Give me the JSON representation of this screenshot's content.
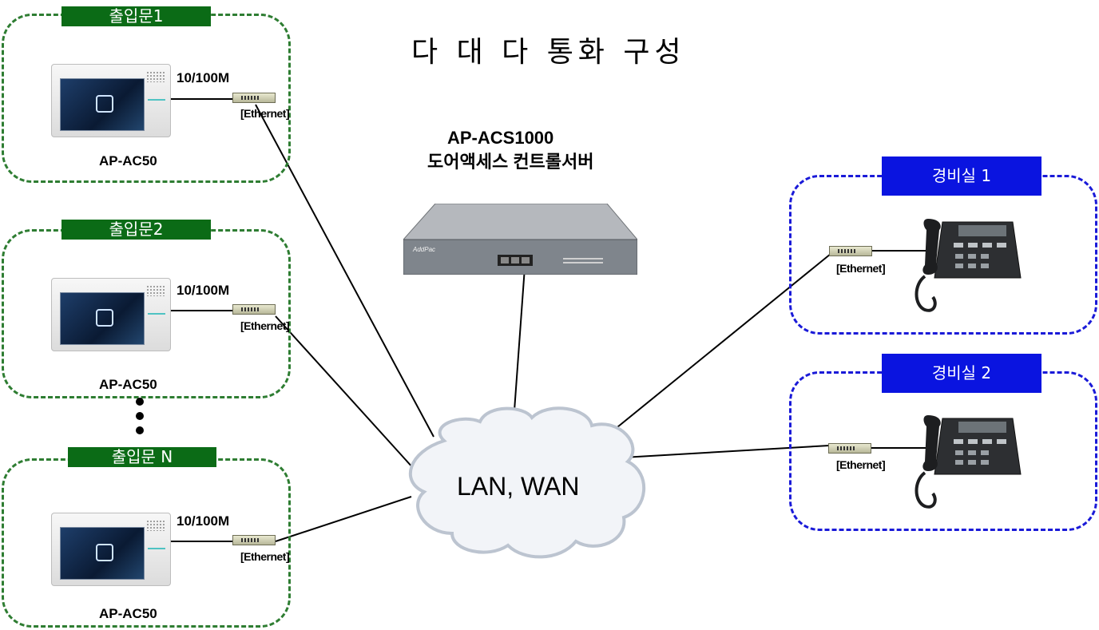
{
  "title": "다 대 다 통화 구성",
  "server": {
    "name": "AP-ACS1000",
    "description": "도어액세스 컨트롤서버",
    "brand": "AddPac"
  },
  "cloud": {
    "label": "LAN, WAN"
  },
  "entrances": [
    {
      "tag": "출입문1",
      "device": "AP-AC50",
      "speed": "10/100M",
      "ethernet": "[Ethernet]"
    },
    {
      "tag": "출입문2",
      "device": "AP-AC50",
      "speed": "10/100M",
      "ethernet": "[Ethernet]"
    },
    {
      "tag": "출입문 N",
      "device": "AP-AC50",
      "speed": "10/100M",
      "ethernet": "[Ethernet]"
    }
  ],
  "guard_rooms": [
    {
      "tag": "경비실 1",
      "ethernet": "[Ethernet]"
    },
    {
      "tag": "경비실 2",
      "ethernet": "[Ethernet]"
    }
  ],
  "colors": {
    "entrance_border": "#2e7d32",
    "entrance_tag": "#0b6b16",
    "guard_border": "#1a1ad8",
    "guard_tag": "#0a14e0"
  }
}
